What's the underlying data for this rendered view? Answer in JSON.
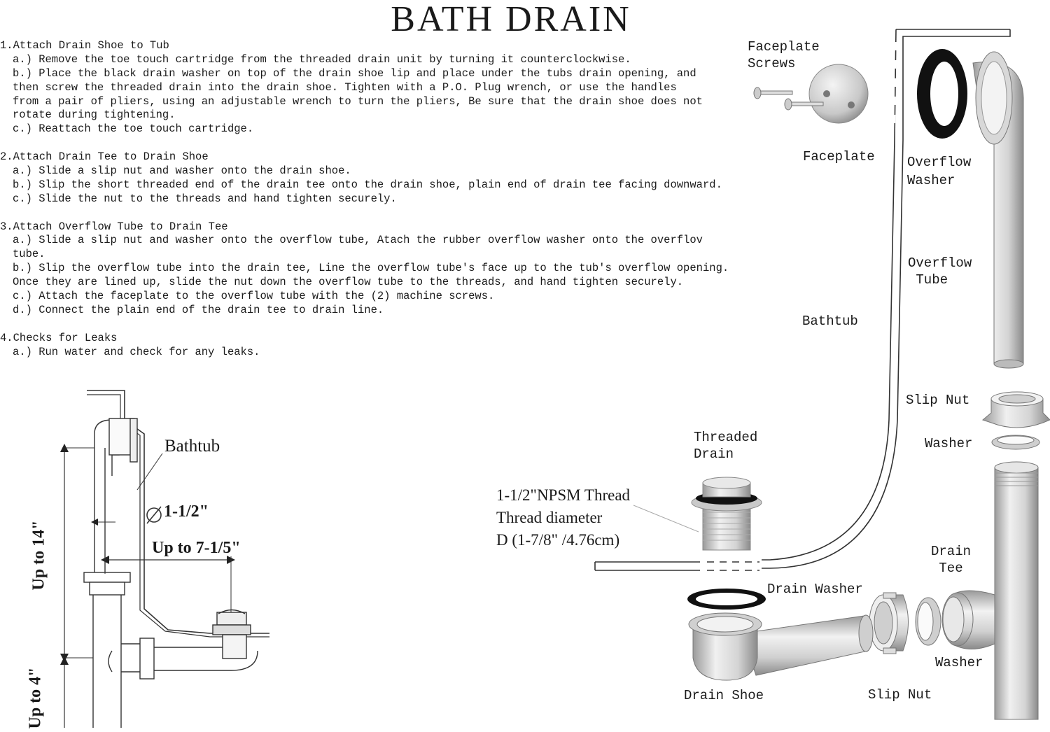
{
  "title": "BATH DRAIN",
  "steps": [
    {
      "heading": "1.Attach Drain Shoe to Tub",
      "lines": [
        "a.) Remove the toe touch cartridge from the threaded drain unit by turning it counterclockwise.",
        "b.) Place the black drain washer on top of the drain shoe lip and place under the tubs drain opening, and",
        "then screw the threaded drain into the drain shoe. Tighten with a P.O. Plug wrench, or use the handles",
        "from a pair of pliers, using an adjustable wrench to turn the pliers, Be sure that the drain shoe does not",
        "rotate during tightening.",
        "c.) Reattach the toe touch cartridge."
      ]
    },
    {
      "heading": "2.Attach Drain Tee to Drain Shoe",
      "lines": [
        "a.) Slide a slip nut and washer onto the drain shoe.",
        "b.) Slip the short threaded end of the drain tee onto the drain shoe, plain end of drain tee facing downward.",
        "c.) Slide the nut to the threads and hand tighten securely."
      ]
    },
    {
      "heading": "3.Attach Overflow Tube to Drain Tee",
      "lines": [
        "a.) Slide a slip nut and washer onto the overflow tube, Atach the rubber overflow washer onto the overflov",
        "tube.",
        "b.) Slip the overflow tube into the drain tee, Line the overflow tube's face up to the tub's overflow opening.",
        "Once they are lined up, slide the nut down the overflow tube to the threads, and hand tighten securely.",
        "c.) Attach the faceplate to the overflow tube with the (2) machine screws.",
        "d.) Connect the plain end of the drain tee to drain line."
      ]
    },
    {
      "heading": "4.Checks for Leaks",
      "lines": [
        "a.) Run water and check for any leaks."
      ]
    }
  ],
  "left_diagram": {
    "bathtub": "Bathtub",
    "diameter": "1-1/2\"",
    "reach": "Up to 7-1/5\"",
    "height_top": "Up to 14\"",
    "height_bottom": "Up to 4\""
  },
  "parts": {
    "faceplate_screws": "Faceplate\nScrews",
    "faceplate": "Faceplate",
    "overflow_washer": "Overflow\nWasher",
    "overflow_tube": "Overflow\n Tube",
    "bathtub": "Bathtub",
    "slip_nut_top": "Slip Nut",
    "washer_top": "Washer",
    "threaded_drain": "Threaded\nDrain",
    "thread_spec": "1-1/2\"NPSM Thread\nThread diameter\nD (1-7/8\" /4.76cm)",
    "drain_washer": "Drain Washer",
    "drain_tee": "Drain\n Tee",
    "washer_bottom": "Washer",
    "drain_shoe": "Drain Shoe",
    "slip_nut_bottom": "Slip Nut"
  }
}
